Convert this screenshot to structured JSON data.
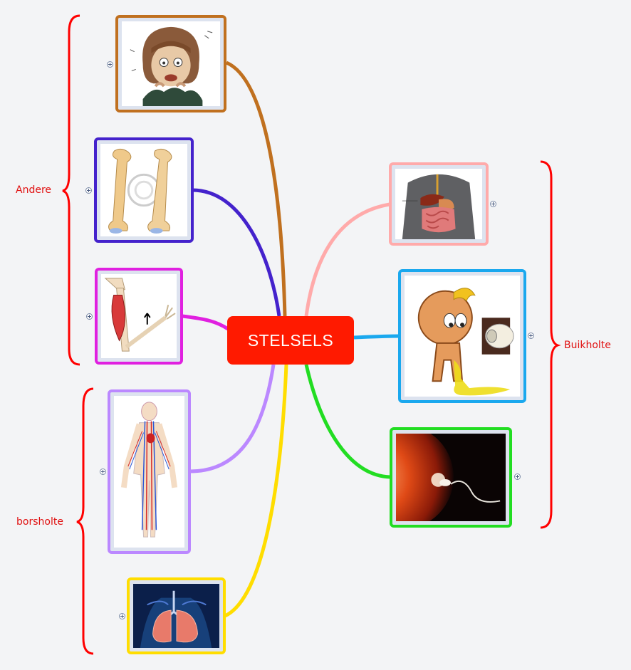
{
  "central_topic": {
    "label": "STELSELS"
  },
  "groups": {
    "left_top": {
      "label": "Andere",
      "color": "#ff0000"
    },
    "left_bottom": {
      "label": "borsholte",
      "color": "#ff0000"
    },
    "right": {
      "label": "Buikholte",
      "color": "#ff0000"
    }
  },
  "branches": [
    {
      "topic": "scared-woman-image",
      "color": "#c0701f"
    },
    {
      "topic": "bones-image",
      "color": "#4422cc"
    },
    {
      "topic": "muscle-arm-image",
      "color": "#e020e0"
    },
    {
      "topic": "circulatory-body-image",
      "color": "#bb88ff"
    },
    {
      "topic": "lungs-image",
      "color": "#ffdd00"
    },
    {
      "topic": "digestive-torso-image",
      "color": "#ffaaaa"
    },
    {
      "topic": "baby-toilet-image",
      "color": "#1aa8ee"
    },
    {
      "topic": "egg-sperm-image",
      "color": "#22dd22"
    }
  ],
  "icons": {
    "expand": "plus-circle-icon"
  },
  "colors": {
    "central": "#ff1a00",
    "background": "#f3f4f6",
    "group_bracket": "#ff0000"
  }
}
